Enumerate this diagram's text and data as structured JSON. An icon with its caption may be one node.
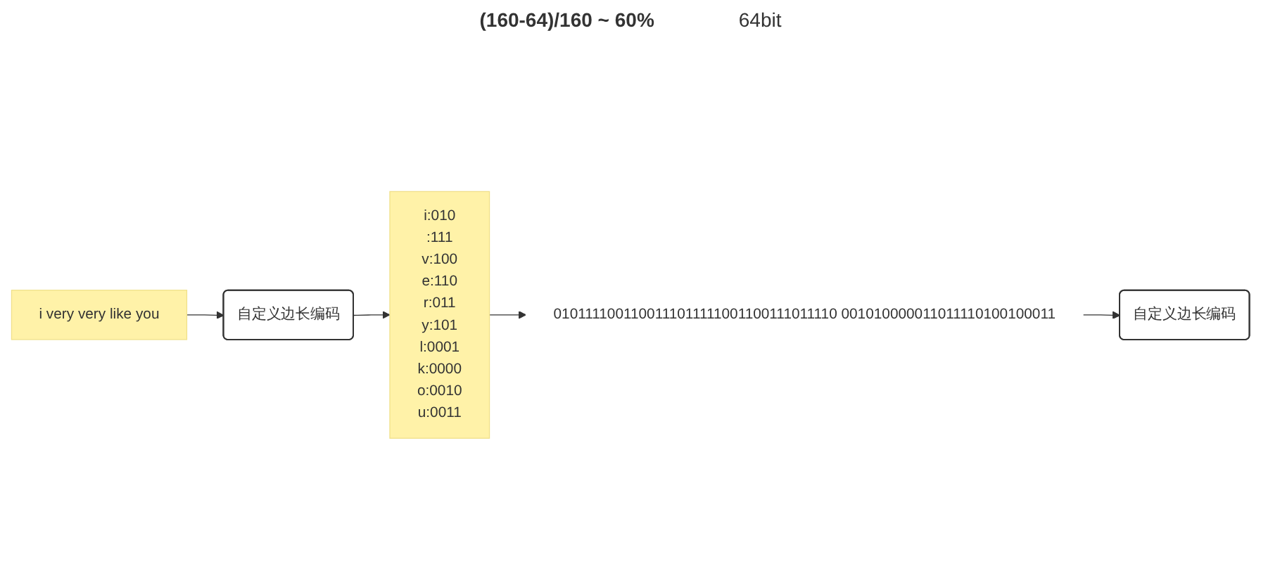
{
  "diagram": {
    "nodes": [
      {
        "text": [
          "i very very like you"
        ]
      },
      {
        "text": [
          "自定义边长编码"
        ]
      },
      {
        "text": [
          "i:010",
          ":111",
          "v:100",
          "e:110",
          "r:011",
          "y:101",
          "l:0001",
          "k:0000",
          "o:0010",
          "u:0011"
        ]
      },
      {
        "text": [
          "0101111001100111011111001100111011110 001010000011011110100100011"
        ]
      },
      {
        "text": [
          "自定义边长编码"
        ]
      }
    ],
    "edges": [
      {
        "from": 0,
        "to": 1,
        "arrow": "to"
      },
      {
        "from": 1,
        "to": 2,
        "arrow": "to"
      },
      {
        "from": 2,
        "to": 3,
        "arrow": "to"
      },
      {
        "from": 3,
        "to": 4,
        "arrow": "to"
      }
    ],
    "labels": [
      "(160-64)/160 ~ 60%",
      "64bit"
    ]
  }
}
